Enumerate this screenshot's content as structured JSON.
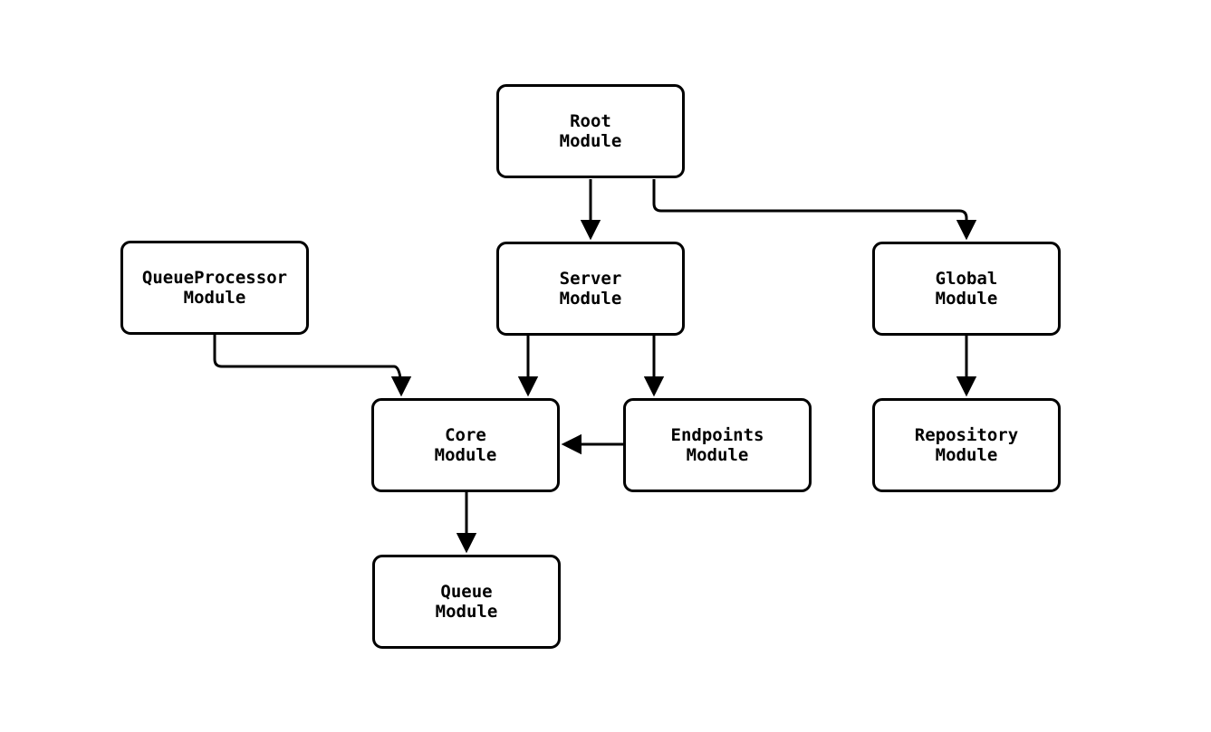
{
  "diagram": {
    "type": "module-dependency-flowchart",
    "background_color": "#ffffff",
    "stroke_color": "#000000",
    "text_color": "#000000",
    "nodes": [
      {
        "id": "root",
        "line1": "Root",
        "line2": "Module"
      },
      {
        "id": "queueprocessor",
        "line1": "QueueProcessor",
        "line2": "Module"
      },
      {
        "id": "server",
        "line1": "Server",
        "line2": "Module"
      },
      {
        "id": "global",
        "line1": "Global",
        "line2": "Module"
      },
      {
        "id": "core",
        "line1": "Core",
        "line2": "Module"
      },
      {
        "id": "endpoints",
        "line1": "Endpoints",
        "line2": "Module"
      },
      {
        "id": "repository",
        "line1": "Repository",
        "line2": "Module"
      },
      {
        "id": "queue",
        "line1": "Queue",
        "line2": "Module"
      }
    ],
    "edges": [
      {
        "from": "root",
        "to": "server"
      },
      {
        "from": "root",
        "to": "global"
      },
      {
        "from": "queueprocessor",
        "to": "core"
      },
      {
        "from": "server",
        "to": "core"
      },
      {
        "from": "server",
        "to": "endpoints"
      },
      {
        "from": "global",
        "to": "repository"
      },
      {
        "from": "endpoints",
        "to": "core"
      },
      {
        "from": "core",
        "to": "queue"
      }
    ]
  }
}
